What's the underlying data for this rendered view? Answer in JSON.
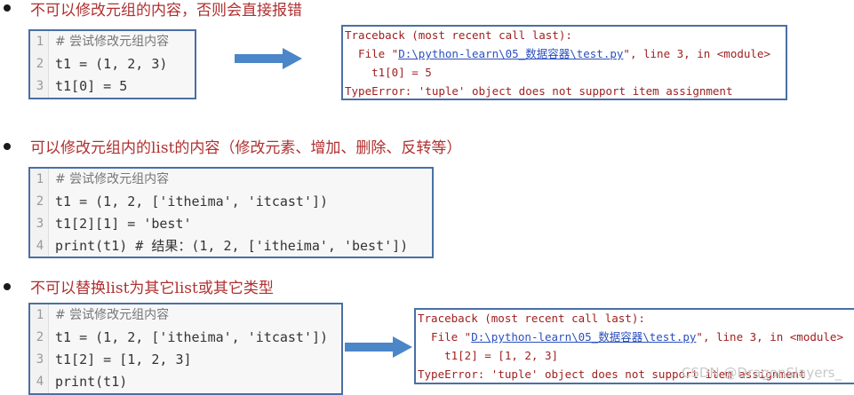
{
  "colors": {
    "heading": "#b03030",
    "box_border": "#4a6fa5",
    "arrow": "#4a86c8",
    "error_text": "#a02020",
    "link": "#2a4fbf"
  },
  "sections": [
    {
      "heading": "不可以修改元组的内容，否则会直接报错",
      "code": [
        {
          "ln": "1",
          "text": "# 尝试修改元组内容"
        },
        {
          "ln": "2",
          "text": "t1 = (1, 2, 3)"
        },
        {
          "ln": "3",
          "text": "t1[0] = 5"
        }
      ],
      "error": {
        "l1": "Traceback (most recent call last):",
        "l2_pre": "  File \"",
        "l2_path": "D:\\python-learn\\05_数据容器\\test.py",
        "l2_post": "\", line 3, in <module>",
        "l3": "    t1[0] = 5",
        "l4": "TypeError: 'tuple' object does not support item assignment"
      }
    },
    {
      "heading": "可以修改元组内的list的内容（修改元素、增加、删除、反转等）",
      "code": [
        {
          "ln": "1",
          "text": "# 尝试修改元组内容"
        },
        {
          "ln": "2",
          "text": "t1 = (1, 2, ['itheima', 'itcast'])"
        },
        {
          "ln": "3",
          "text": "t1[2][1] = 'best'"
        },
        {
          "ln": "4",
          "text": "print(t1)  # 结果：(1, 2, ['itheima', 'best'])"
        }
      ]
    },
    {
      "heading": "不可以替换list为其它list或其它类型",
      "code": [
        {
          "ln": "1",
          "text": "# 尝试修改元组内容"
        },
        {
          "ln": "2",
          "text": "t1 = (1, 2, ['itheima', 'itcast'])"
        },
        {
          "ln": "3",
          "text": "t1[2] = [1, 2, 3]"
        },
        {
          "ln": "4",
          "text": "print(t1)"
        }
      ],
      "error": {
        "l1": "Traceback (most recent call last):",
        "l2_pre": "  File \"",
        "l2_path": "D:\\python-learn\\05_数据容器\\test.py",
        "l2_post": "\", line 3, in <module>",
        "l3": "    t1[2] = [1, 2, 3]",
        "l4": "TypeError: 'tuple' object does not support item assignment"
      }
    }
  ],
  "watermark": "CSDN @DragonSlayers_"
}
